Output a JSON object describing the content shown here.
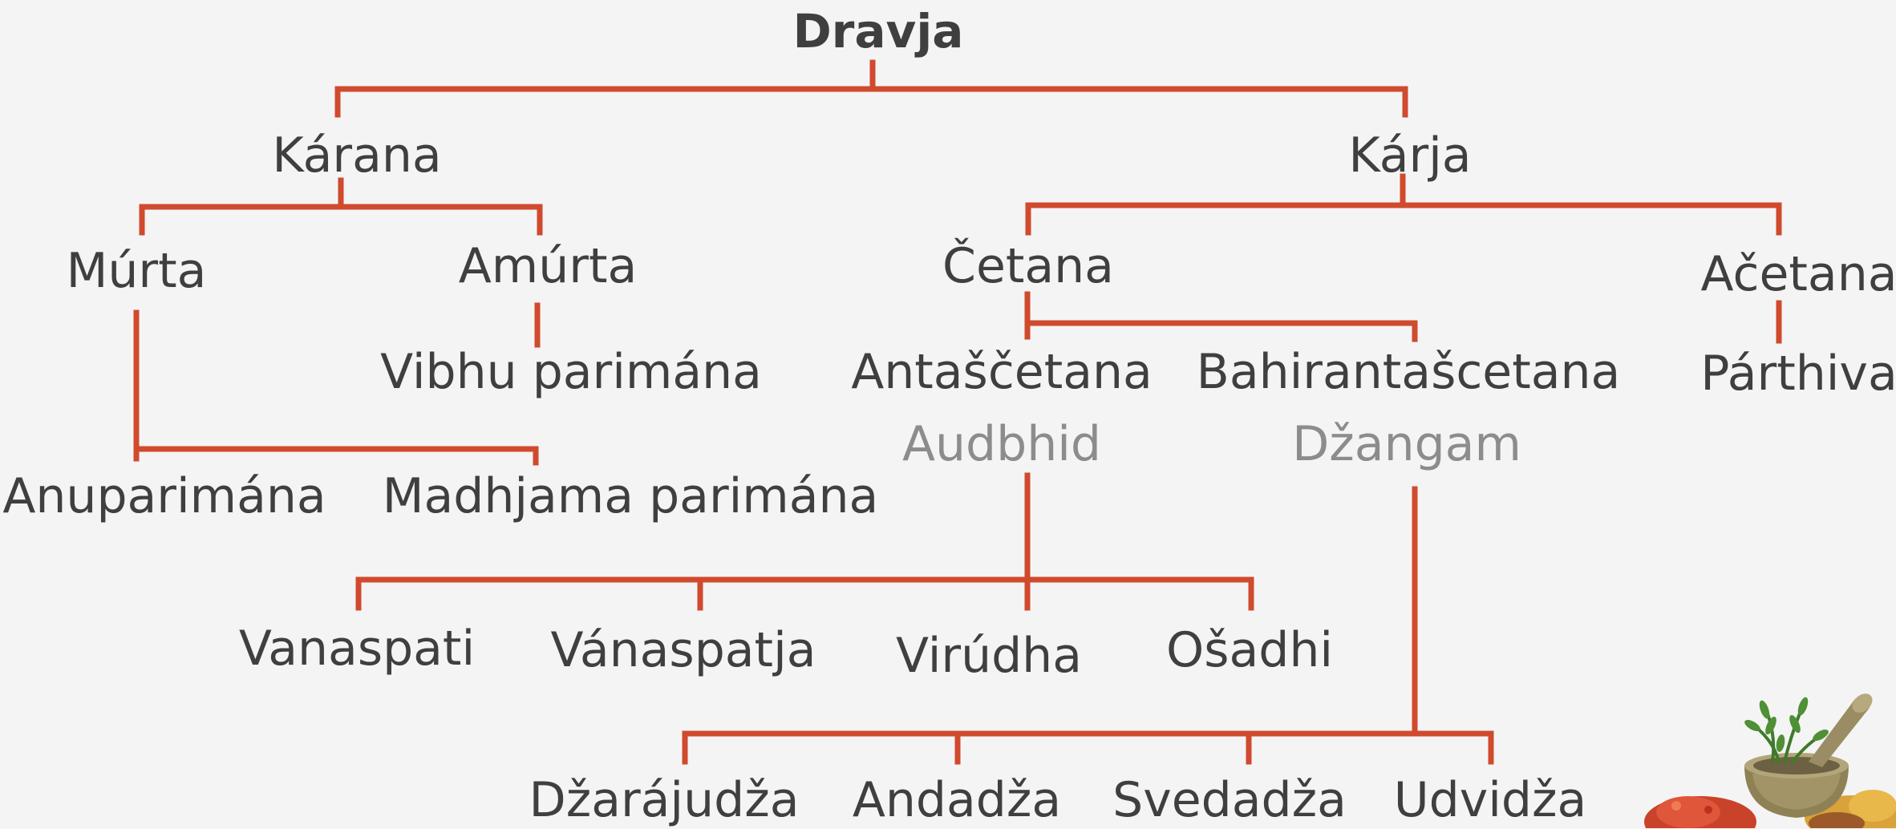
{
  "diagram": {
    "root": "Dravja",
    "karana": {
      "label": "Kárana",
      "murta": {
        "label": "Múrta",
        "children": [
          "Anuparimána",
          "Madhjama parimána"
        ]
      },
      "amurta": {
        "label": "Amúrta",
        "child": "Vibhu parimána"
      }
    },
    "karja": {
      "label": "Kárja",
      "cetana": {
        "label": "Četana",
        "antascetana": {
          "label": "Antaščetana",
          "sub": "Audbhid",
          "children": [
            "Vanaspati",
            "Vánaspatja",
            "Virúdha",
            "Ošadhi"
          ]
        },
        "bahirantascetana": {
          "label": "Bahirantašcetana",
          "sub": "Džangam",
          "children": [
            "Džarájudža",
            "Andadža",
            "Svedadža",
            "Udvidža"
          ]
        }
      },
      "acetana": {
        "label": "Ačetana",
        "child": "Párthiva"
      }
    }
  },
  "colors": {
    "connector": "#d04a2e",
    "text": "#3f3f3f",
    "subtext": "#8c8c8c",
    "background": "#f4f4f4"
  },
  "decoration": {
    "icon": "mortar-and-pestle-herbs-icon"
  }
}
